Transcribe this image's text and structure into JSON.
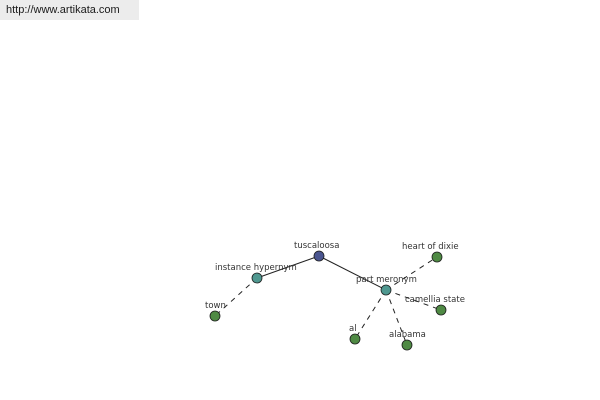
{
  "banner": {
    "url": "http://www.artikata.com"
  },
  "diagram": {
    "colors": {
      "root": "#4a5590",
      "relation": "#4f9890",
      "leaf": "#4f8a44",
      "edge": "#222222",
      "node_stroke": "#1c1c1c"
    },
    "root": {
      "id": "tuscaloosa",
      "label": "tuscaloosa"
    },
    "relations": [
      {
        "id": "instance-hypernym",
        "label": "instance hypernym",
        "children": [
          {
            "id": "town",
            "label": "town"
          }
        ]
      },
      {
        "id": "part-meronym",
        "label": "part meronym",
        "children": [
          {
            "id": "heart-of-dixie",
            "label": "heart of dixie"
          },
          {
            "id": "camellia-state",
            "label": "camellia state"
          },
          {
            "id": "alabama",
            "label": "alabama"
          },
          {
            "id": "al",
            "label": "al"
          }
        ]
      }
    ]
  }
}
